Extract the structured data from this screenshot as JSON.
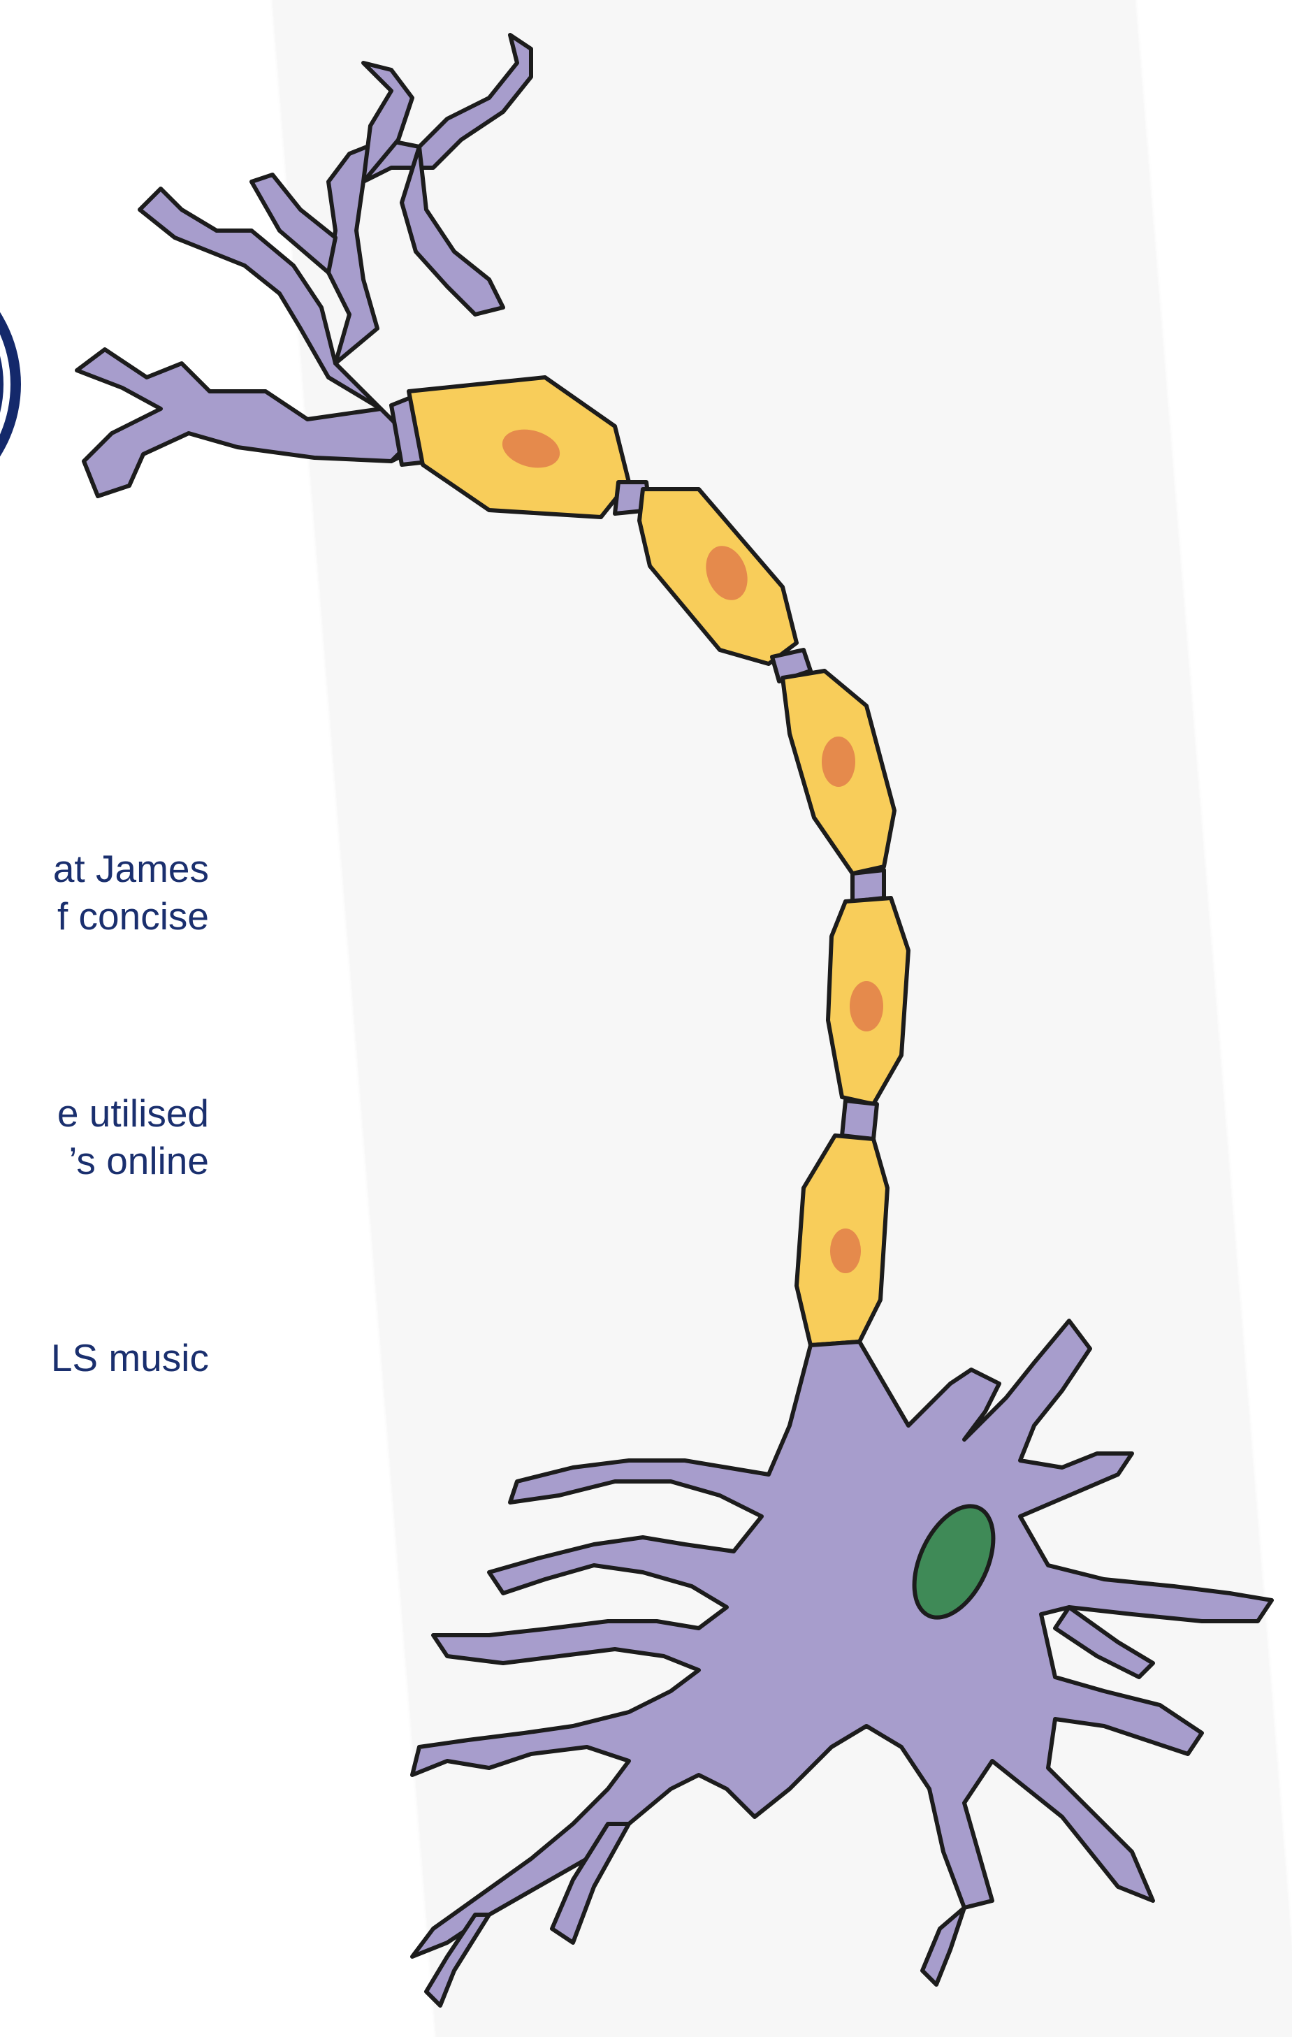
{
  "body_text": {
    "para1_line1": "at James",
    "para1_line2": "f  concise",
    "para2_line1": "e utilised",
    "para2_line2": "’s online",
    "para3_line1": "LS music"
  },
  "colors": {
    "text": "#1a2f6e",
    "emblem": "#14296b",
    "dendrite_fill": "#a79dcc",
    "myelin_fill": "#f8cd5a",
    "myelin_nucleus": "#e58a4c",
    "soma_nucleus": "#3f8a57",
    "outline": "#1c1c1c"
  },
  "icons": [
    "neuron-illustration",
    "emblem-circle"
  ]
}
